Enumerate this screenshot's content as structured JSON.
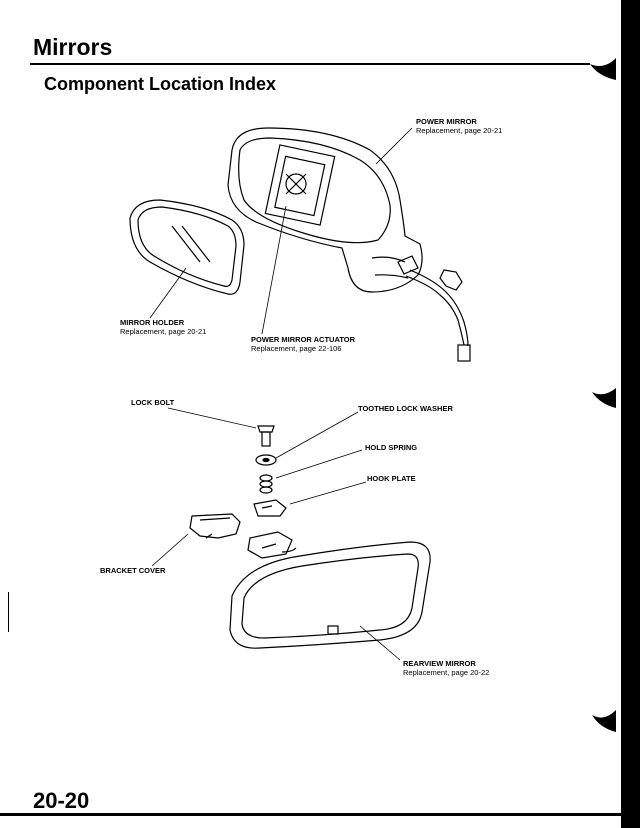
{
  "header": {
    "title": "Mirrors",
    "section": "Component Location Index"
  },
  "labels": {
    "power_mirror": {
      "name": "POWER MIRROR",
      "ref": "Replacement, page 20-21"
    },
    "mirror_holder": {
      "name": "MIRROR HOLDER",
      "ref": "Replacement, page 20-21"
    },
    "actuator": {
      "name": "POWER MIRROR ACTUATOR",
      "ref": "Replacement, page 22-106"
    },
    "lock_bolt": {
      "name": "LOCK BOLT"
    },
    "toothed_washer": {
      "name": "TOOTHED LOCK WASHER"
    },
    "hold_spring": {
      "name": "HOLD SPRING"
    },
    "hook_plate": {
      "name": "HOOK PLATE"
    },
    "bracket_cover": {
      "name": "BRACKET COVER"
    },
    "rearview_mirror": {
      "name": "REARVIEW MIRROR",
      "ref": "Replacement, page 20-22"
    }
  },
  "footer": {
    "page_number": "20-20"
  }
}
